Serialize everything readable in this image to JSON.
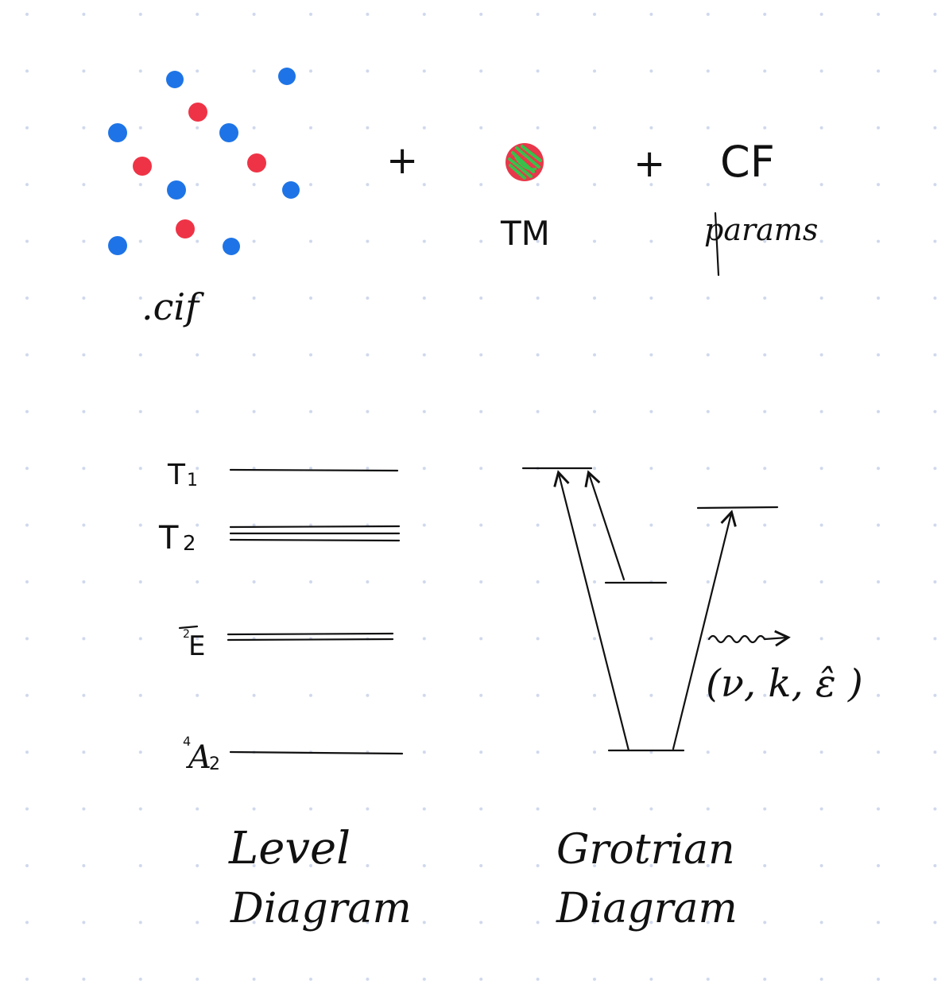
{
  "colors": {
    "blue_atom": "#1e74e6",
    "red_atom": "#ef3346",
    "tm_red": "#e8374a",
    "tm_green": "#35c24a",
    "ink": "#111111",
    "grid_dot": "#cfd8ec"
  },
  "top_row": {
    "cif_label": ".cif",
    "plus_1": "+",
    "tm_label": "TM",
    "plus_2": "+",
    "cf_label": "CF",
    "params_label": "params"
  },
  "level_diagram": {
    "labels": {
      "t1": "T",
      "t1_sub": "1",
      "t2": "T",
      "t2_sub": "2",
      "e": "E",
      "e_super": "2",
      "a2": "A",
      "a2_super": "4",
      "a2_sub": "2"
    },
    "caption_line1": "Level",
    "caption_line2": "Diagram"
  },
  "grotrian_diagram": {
    "photon_label": "(ν, k, ε̂ )",
    "caption_line1": "Grotrian",
    "caption_line2": "Diagram"
  }
}
